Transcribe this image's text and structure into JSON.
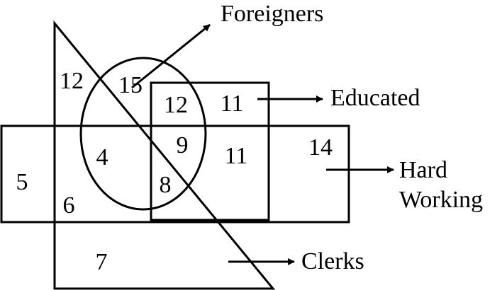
{
  "sets": {
    "foreigners": "Foreigners",
    "educated": "Educated",
    "hard_working_line1": "Hard",
    "hard_working_line2": "Working",
    "clerks": "Clerks"
  },
  "regions": {
    "clerks_foreigners": "12",
    "foreigners_only": "15",
    "foreigners_educated": "12",
    "educated_only": "11",
    "clerks_foreigners_hardworking": "4",
    "foreigners_educated_hardworking": "9",
    "educated_hardworking": "11",
    "hardworking_only": "14",
    "hardworking_outside": "5",
    "all_four": "8",
    "clerks_hardworking": "6",
    "clerks_only": "7"
  },
  "colors": {
    "stroke": "#000000",
    "background": "#ffffff"
  }
}
